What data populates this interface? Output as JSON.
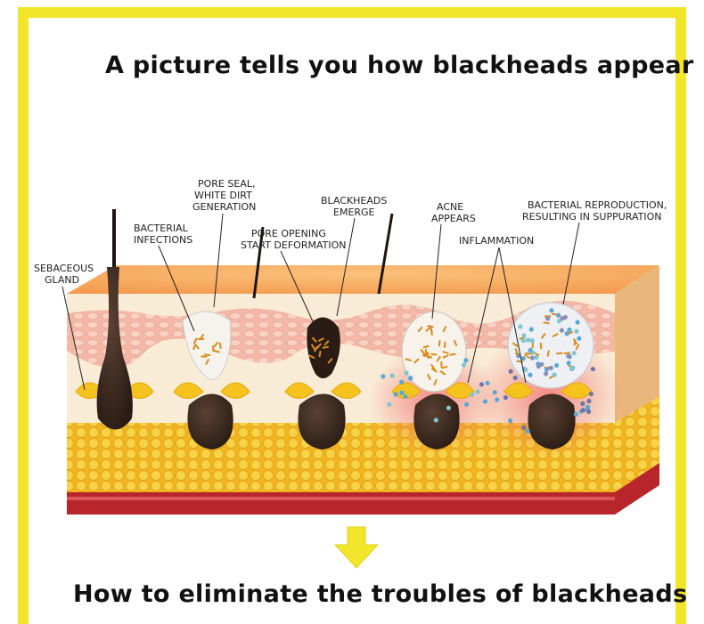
{
  "header": {
    "title": "A picture tells you how blackheads appear"
  },
  "footer": {
    "subtitle": "How to eliminate the troubles of blackheads"
  },
  "labels": {
    "sebaceous": [
      "SEBACEOUS",
      "GLAND"
    ],
    "bacterial": [
      "BACTERIAL",
      "INFECTIONS"
    ],
    "pore_seal": [
      "PORE SEAL,",
      "WHITE DIRT",
      "GENERATION"
    ],
    "pore_opening": [
      "PORE OPENING",
      "START DEFORMATION"
    ],
    "blackheads_emerge": [
      "BLACKHEADS",
      "EMERGE"
    ],
    "acne": [
      "ACNE",
      "APPEARS"
    ],
    "inflammation": [
      "INFLAMMATION"
    ],
    "bacterial_repro": [
      "BACTERIAL REPRODUCTION,",
      "RESULTING IN SUPPURATION"
    ]
  },
  "colors": {
    "frame": "#f2e62a",
    "arrow": "#f2e62a",
    "skin_top": "#f4a55a",
    "epidermis": "#f6c9b5",
    "dermis": "#f8ecd8",
    "fat": "#f3c233",
    "muscle": "#b8262b"
  }
}
